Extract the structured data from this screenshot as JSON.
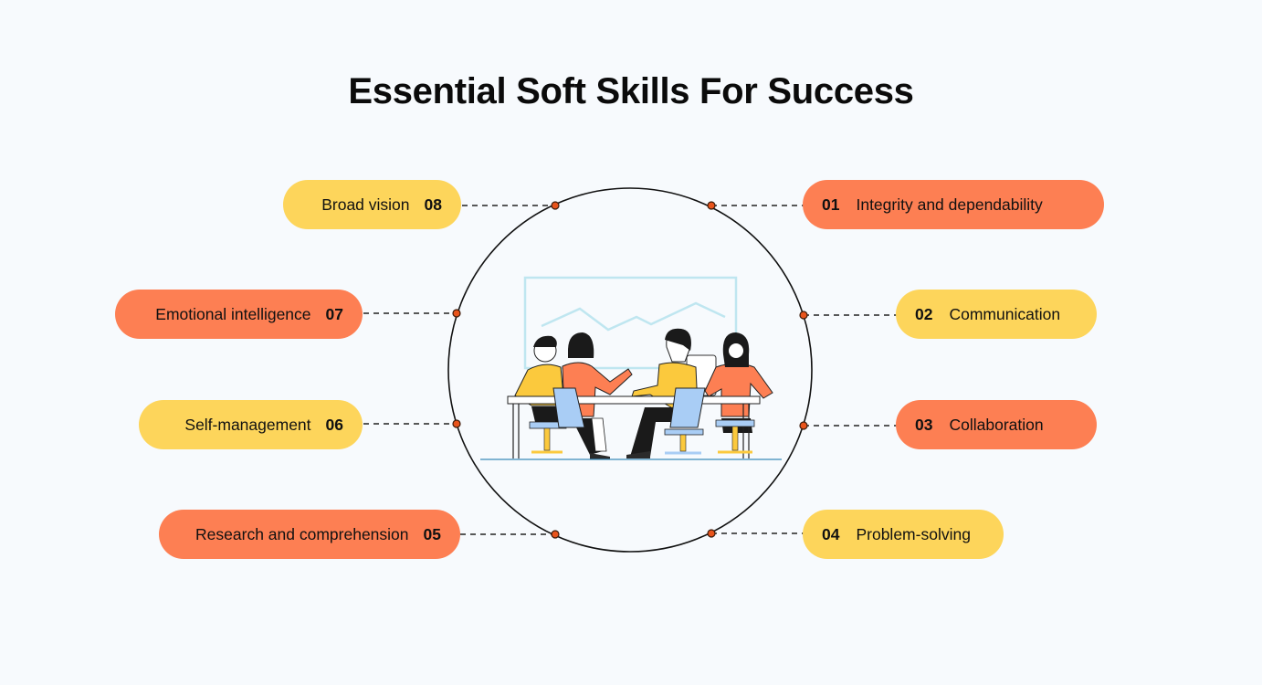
{
  "title": "Essential Soft Skills For Success",
  "colors": {
    "background": "#f7fafd",
    "yellow": "#fdd55b",
    "orange": "#fd7f53",
    "dot": "#e8541c",
    "board": "#bfe6f0",
    "chair": "#a9cdf5"
  },
  "skills": [
    {
      "num": "01",
      "label": "Integrity and dependability",
      "color": "orange",
      "side": "right"
    },
    {
      "num": "02",
      "label": "Communication",
      "color": "yellow",
      "side": "right"
    },
    {
      "num": "03",
      "label": "Collaboration",
      "color": "orange",
      "side": "right"
    },
    {
      "num": "04",
      "label": "Problem-solving",
      "color": "yellow",
      "side": "right"
    },
    {
      "num": "05",
      "label": "Research and comprehension",
      "color": "orange",
      "side": "left"
    },
    {
      "num": "06",
      "label": "Self-management",
      "color": "yellow",
      "side": "left"
    },
    {
      "num": "07",
      "label": "Emotional intelligence",
      "color": "orange",
      "side": "left"
    },
    {
      "num": "08",
      "label": "Broad vision",
      "color": "yellow",
      "side": "left"
    }
  ],
  "illustration": {
    "icon": "team-meeting-illustration"
  }
}
